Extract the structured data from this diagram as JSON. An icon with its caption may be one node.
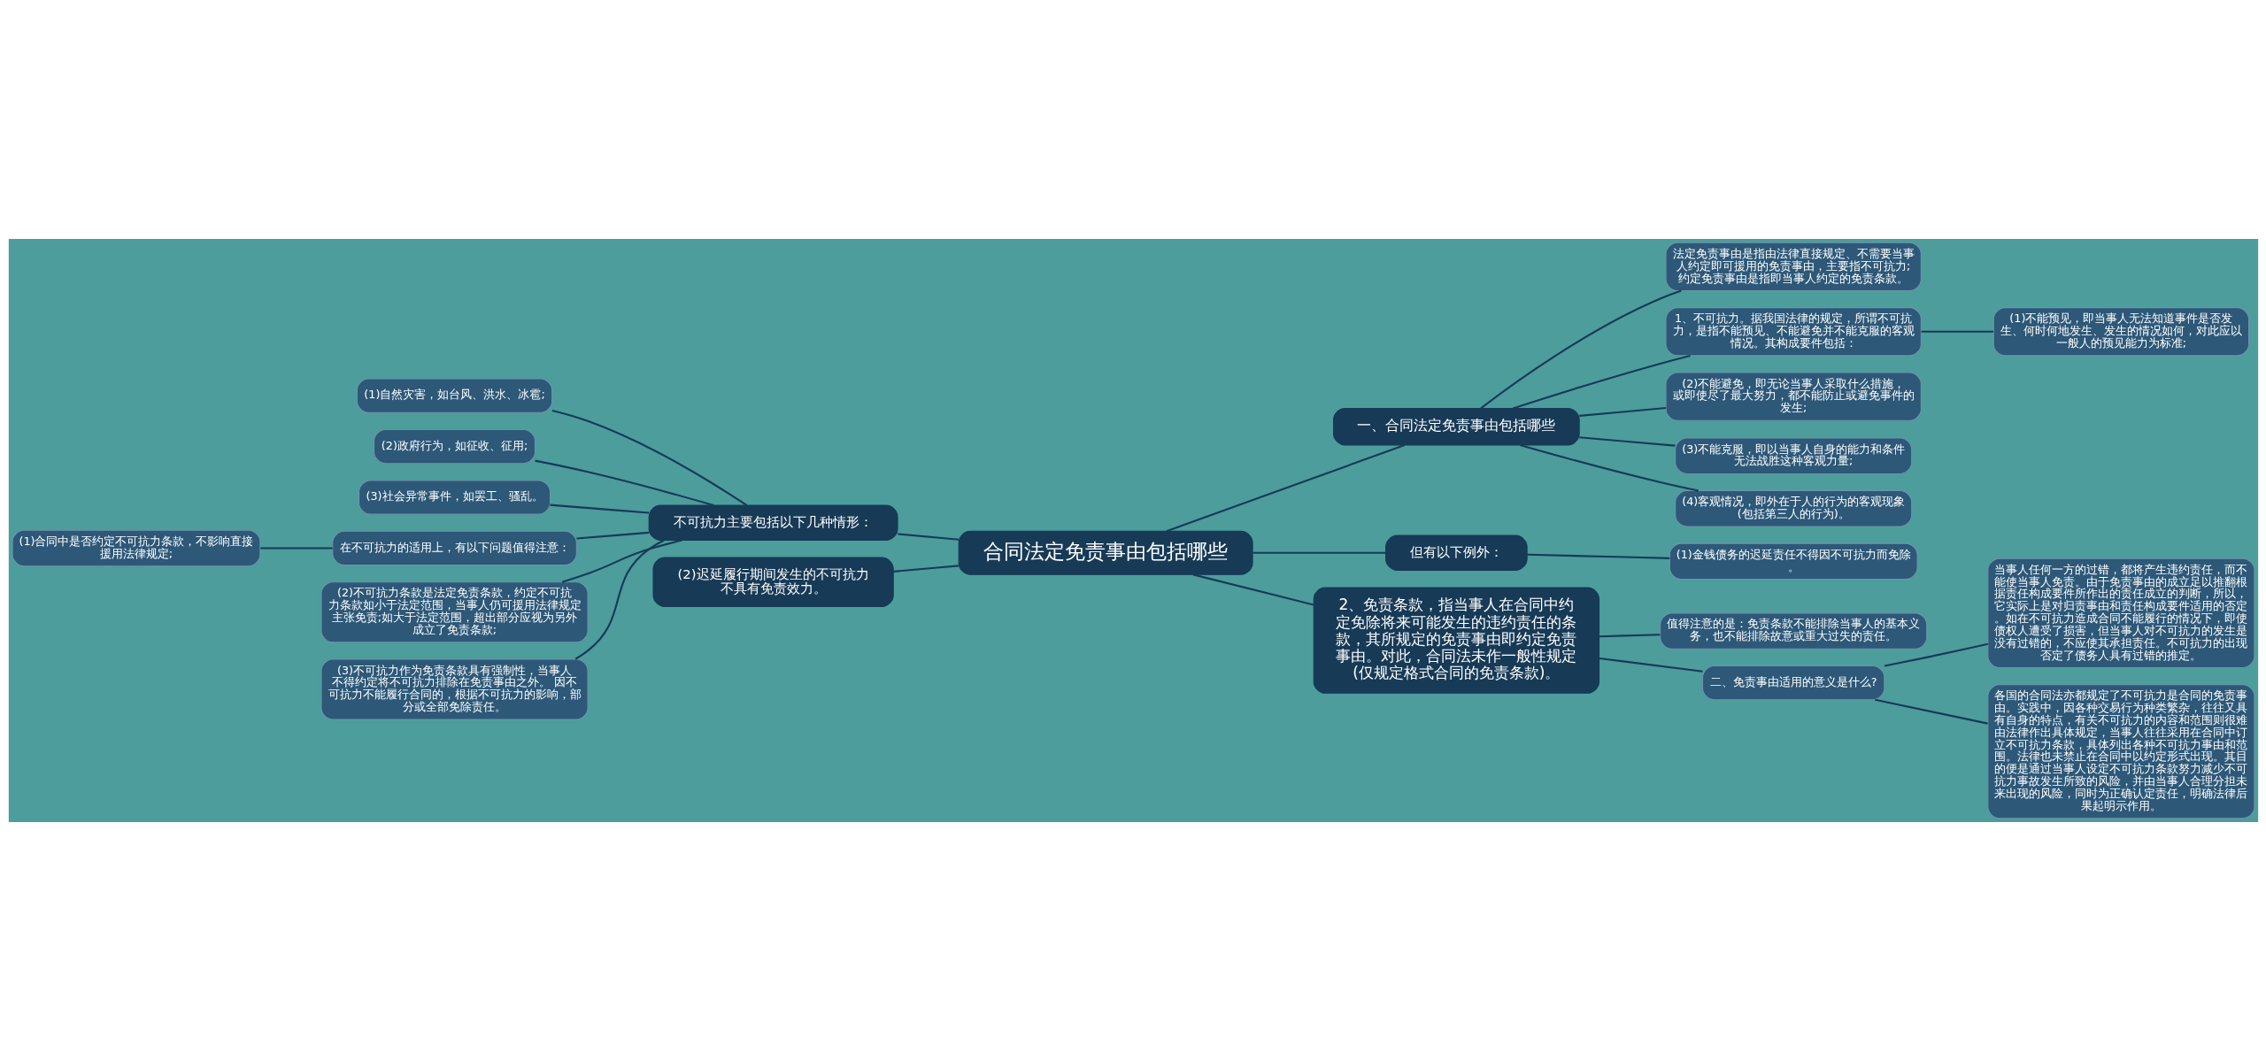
{
  "diagram": {
    "nodes": [
      {
        "text": [
          "合同法定免责事由包括哪些"
        ]
      },
      {
        "text": [
          "一、合同法定免责事由包括哪些"
        ]
      },
      {
        "text": [
          "法定免责事由是指由法律直接规定、不需要当事人约定即可援用的免责事由，主要指不可抗力;约定免责事由是指即当事人约定的免责条款。"
        ]
      },
      {
        "text": [
          "1、不可抗力。据我国法律的规定，所谓不可抗力，是指不能预见、不能避免并不能克服的客观情况。其构成要件包括："
        ]
      },
      {
        "text": [
          "(1)不能预见，即当事人无法知道事件是否发生、何时何地发生、发生的情况如何，对此应以一般人的预见能力为标准;"
        ]
      },
      {
        "text": [
          "(2)不能避免，即无论当事人采取什么措施，或即使尽了最大努力，都不能防止或避免事件的发生;"
        ]
      },
      {
        "text": [
          "(3)不能克服，即以当事人自身的能力和条件无法战胜这种客观力量;"
        ]
      },
      {
        "text": [
          "(4)客观情况，即外在于人的行为的客观现象(包括第三人的行为)。"
        ]
      },
      {
        "text": [
          "但有以下例外："
        ]
      },
      {
        "text": [
          "(1)金钱债务的迟延责任不得因不可抗力而免除。"
        ]
      },
      {
        "text": [
          "2、免责条款，指当事人在合同中约定免除将来可能发生的违约责任的条款，其所规定的免责事由即约定免责事由。对此，合同法未作一般性规定(仅规定格式合同的免责条款)。"
        ]
      },
      {
        "text": [
          "值得注意的是：免责条款不能排除当事人的基本义务，也不能排除故意或重大过失的责任。"
        ]
      },
      {
        "text": [
          "二、免责事由适用的意义是什么?"
        ]
      },
      {
        "text": [
          "当事人任何一方的过错，都将产生违约责任，而不能使当事人免责。由于免责事由的成立足以推翻根据责任构成要件所作出的责任成立的判断，所以，它实际上是对归责事由和责任构成要件适用的否定。如在不可抗力造成合同不能履行的情况下，即使债权人遭受了损害，但当事人对不可抗力的发生是没有过错的，不应使其承担责任。不可抗力的出现否定了债务人具有过错的推定。"
        ]
      },
      {
        "text": [
          "各国的合同法亦都规定了不可抗力是合同的免责事由。实践中，因各种交易行为种类繁杂，往往又具有自身的特点，有关不可抗力的内容和范围则很难由法律作出具体规定，当事人往往采用在合同中订立不可抗力条款，具体列出各种不可抗力事由和范围。法律也未禁止在合同中以约定形式出现。其目的便是通过当事人设定不可抗力条款努力减少不可抗力事故发生所致的风险，并由当事人合理分担未来出现的风险，同时为正确认定责任，明确法律后果起明示作用。"
        ]
      },
      {
        "text": [
          "不可抗力主要包括以下几种情形："
        ]
      },
      {
        "text": [
          "(1)自然灾害，如台风、洪水、冰雹;"
        ]
      },
      {
        "text": [
          "(2)政府行为，如征收、征用;"
        ]
      },
      {
        "text": [
          "(3)社会异常事件，如罢工、骚乱。"
        ]
      },
      {
        "text": [
          "在不可抗力的适用上，有以下问题值得注意："
        ]
      },
      {
        "text": [
          "(1)合同中是否约定不可抗力条款，不影响直接援用法律规定;"
        ]
      },
      {
        "text": [
          "(2)不可抗力条款是法定免责条款，约定不可抗力条款如小于法定范围，当事人仍可援用法律规定主张免责;如大于法定范围，超出部分应视为另外成立了免责条款;"
        ]
      },
      {
        "text": [
          "(3)不可抗力作为免责条款具有强制性，当事人不得约定将不可抗力排除在免责事由之外。 因不可抗力不能履行合同的，根据不可抗力的影响，部分或全部免除责任。"
        ]
      },
      {
        "text": [
          "(2)迟延履行期间发生的不可抗力不具有免责效力。"
        ]
      }
    ],
    "edges": [
      {
        "from": 0,
        "to": 1,
        "arrow": "none"
      },
      {
        "from": 1,
        "to": 2,
        "arrow": "none"
      },
      {
        "from": 1,
        "to": 3,
        "arrow": "none"
      },
      {
        "from": 3,
        "to": 4,
        "arrow": "none"
      },
      {
        "from": 1,
        "to": 5,
        "arrow": "none"
      },
      {
        "from": 1,
        "to": 6,
        "arrow": "none"
      },
      {
        "from": 1,
        "to": 7,
        "arrow": "none"
      },
      {
        "from": 0,
        "to": 8,
        "arrow": "none"
      },
      {
        "from": 8,
        "to": 9,
        "arrow": "none"
      },
      {
        "from": 0,
        "to": 10,
        "arrow": "none"
      },
      {
        "from": 10,
        "to": 11,
        "arrow": "none"
      },
      {
        "from": 10,
        "to": 12,
        "arrow": "none"
      },
      {
        "from": 12,
        "to": 13,
        "arrow": "none"
      },
      {
        "from": 12,
        "to": 14,
        "arrow": "none"
      },
      {
        "from": 0,
        "to": 15,
        "arrow": "none"
      },
      {
        "from": 15,
        "to": 16,
        "arrow": "none"
      },
      {
        "from": 15,
        "to": 17,
        "arrow": "none"
      },
      {
        "from": 15,
        "to": 18,
        "arrow": "none"
      },
      {
        "from": 15,
        "to": 19,
        "arrow": "none"
      },
      {
        "from": 19,
        "to": 20,
        "arrow": "none"
      },
      {
        "from": 15,
        "to": 21,
        "arrow": "none"
      },
      {
        "from": 15,
        "to": 22,
        "arrow": "none"
      },
      {
        "from": 0,
        "to": 23,
        "arrow": "none"
      }
    ]
  }
}
